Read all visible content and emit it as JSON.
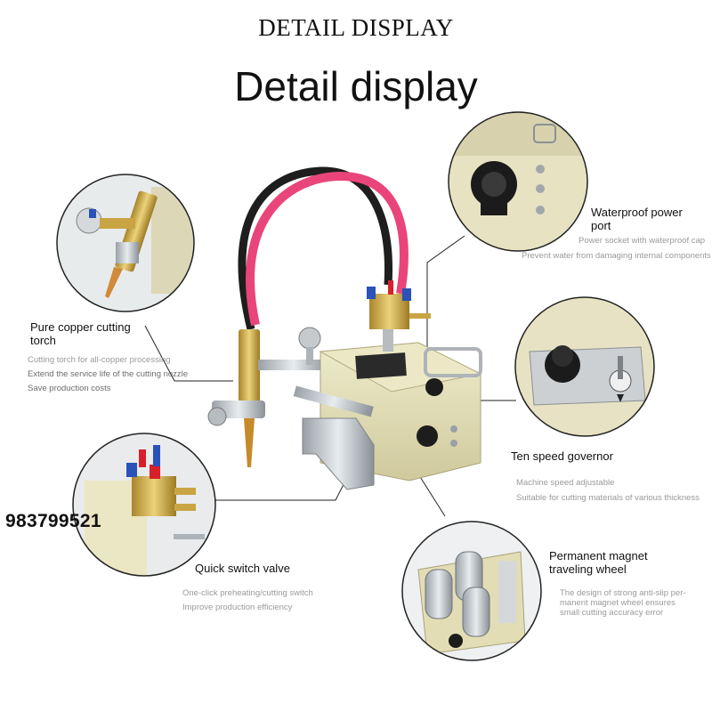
{
  "header": {
    "title": "DETAIL DISPLAY",
    "subtitle": "Detail display"
  },
  "features": {
    "power_port": {
      "title_line1": "Waterproof power",
      "title_line2": "port",
      "desc1": "Power socket with waterproof cap",
      "desc2": "Prevent water from damaging internal components"
    },
    "torch": {
      "title_line1": "Pure copper cutting",
      "title_line2": "torch",
      "desc1": "Cutting torch for all-copper processing",
      "desc2": "Extend the service life of the cutting nozzle",
      "desc3": "Save production costs"
    },
    "governor": {
      "title": "Ten speed governor",
      "desc1": "Machine speed adjustable",
      "desc2": "Suitable for cutting materials of various thickness"
    },
    "valve": {
      "title": "Quick switch valve",
      "desc1": "One-click preheating/cutting switch",
      "desc2": "Improve production efficiency"
    },
    "wheel": {
      "title_line1": "Permanent magnet",
      "title_line2": "traveling wheel",
      "desc1": "The design of strong anti-slip per-",
      "desc2": "manent magnet wheel ensures",
      "desc3": "small cutting accuracy error"
    }
  },
  "watermark": "983799521",
  "icons": {
    "power_port": "power-socket-icon",
    "torch": "torch-icon",
    "governor": "speed-knob-icon",
    "valve": "valve-icon",
    "wheel": "magnet-wheel-icon"
  },
  "colors": {
    "machine_body": "#e4dfb6",
    "hose_red": "#e9457a",
    "hose_black": "#1e1e1e",
    "brass": "#c9a443",
    "valve_red": "#d8202a",
    "valve_blue": "#2a52b8"
  }
}
